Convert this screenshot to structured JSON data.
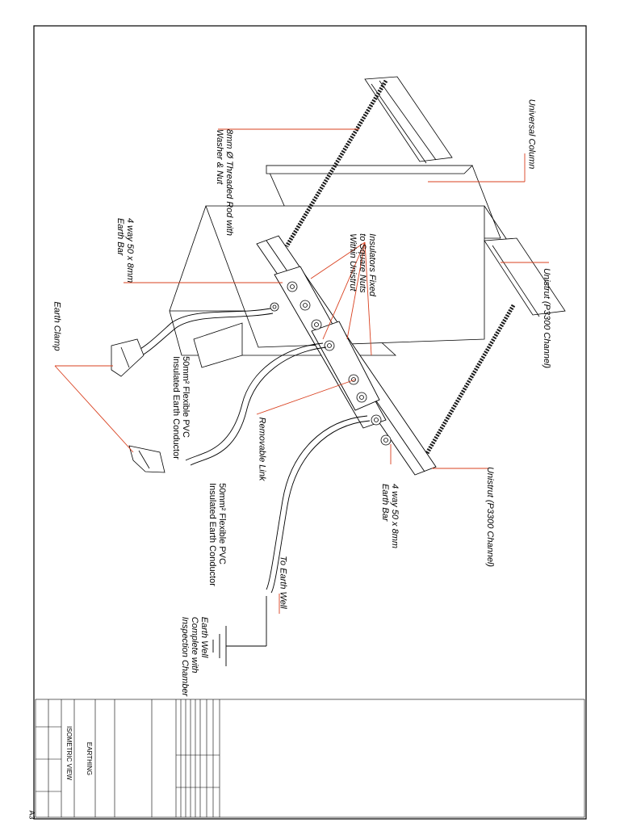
{
  "labels": {
    "universal_column": "Universal Column",
    "threaded_rod": [
      "8mm Ø Threaded Rod with",
      "Washer & Nut"
    ],
    "insulators": [
      "Insulators Fixed",
      "to Square Nuts",
      "Within Unistrut"
    ],
    "earth_bar_top": [
      "4 way 50 x 8mm",
      "Earth Bar"
    ],
    "unistrut_top": "Unistrut (P3300 Channel)",
    "earth_clamp": "Earth Clamp",
    "conductor_top": [
      "50mm² Flexible PVC",
      "Insulated Earth Conductor"
    ],
    "removable_link": "Removable Link",
    "earth_bar_bottom": [
      "4 way 50 x 8mm",
      "Earth Bar"
    ],
    "unistrut_bottom": "Unistrut (P3300 Channel)",
    "conductor_bottom": [
      "50mm² Flexible PVC",
      "Insulated Earth Conductor"
    ],
    "to_earth_well": "To Earth Well",
    "earth_well": [
      "Earth Well",
      "Complete with",
      "Inspection Chamber"
    ]
  },
  "title_block": {
    "project_title": "EARTHING",
    "drawing_title": "ISOMETRIC VIEW",
    "sheet_size": "A3"
  },
  "colors": {
    "leader": "#d9401f",
    "line": "#000000",
    "rod": "#1a1a1a"
  }
}
